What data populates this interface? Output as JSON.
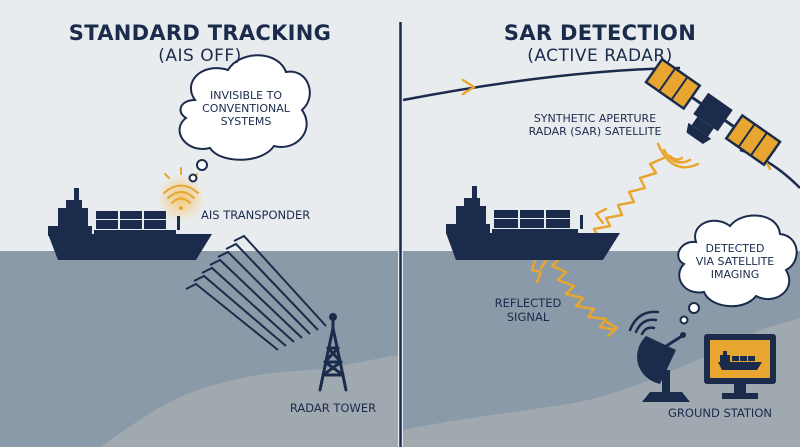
{
  "left_panel": {
    "title": "STANDARD TRACKING",
    "subtitle": "(AIS OFF)",
    "cloud_lines": [
      "INVISIBLE TO",
      "CONVENTIONAL",
      "SYSTEMS"
    ],
    "transponder_label": "AIS TRANSPONDER",
    "tower_label": "RADAR TOWER"
  },
  "right_panel": {
    "title": "SAR DETECTION",
    "subtitle": "(ACTIVE RADAR)",
    "satellite_lines": [
      "SYNTHETIC APERTURE",
      "RADAR (SAR) SATELLITE"
    ],
    "cloud_lines": [
      "DETECTED",
      "VIA SATELLITE",
      "IMAGING"
    ],
    "reflected_lines": [
      "REFLECTED",
      "SIGNAL"
    ],
    "station_label": "GROUND STATION"
  },
  "colors": {
    "navy": "#1a2b4c",
    "sky": "#e9ecee",
    "sea": "#8a9aa8",
    "land": "#a0a9b0",
    "signal": "#e8a631"
  }
}
